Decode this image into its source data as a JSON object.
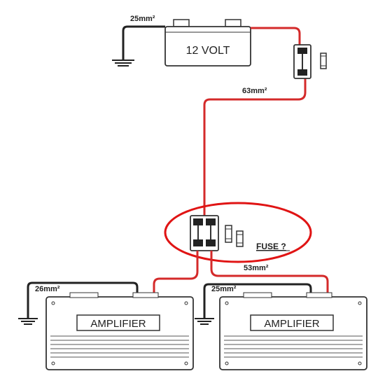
{
  "battery": {
    "label": "12 VOLT"
  },
  "wires": {
    "battery_ground": "25mm²",
    "main_power": "63mm²",
    "split_power": "53mm²",
    "amp_left_ground": "26mm²",
    "amp_right_ground": "25mm²"
  },
  "distribution": {
    "note": "FUSE ?"
  },
  "amplifiers": [
    {
      "label": "AMPLIFIER"
    },
    {
      "label": "AMPLIFIER"
    }
  ],
  "colors": {
    "power_wire": "#d42a2a",
    "ground_wire": "#222222",
    "highlight_circle": "#e01414",
    "device_outline": "#333333"
  }
}
